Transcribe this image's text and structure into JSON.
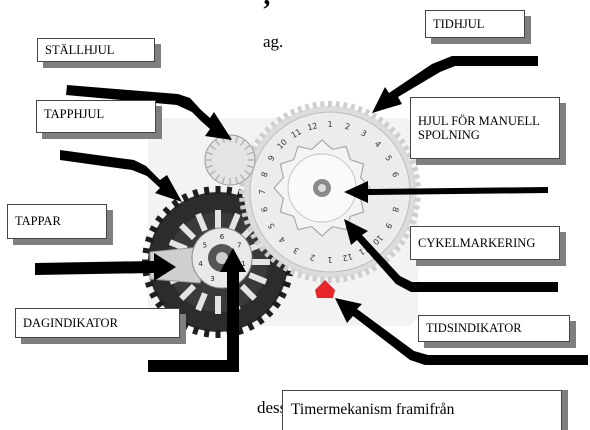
{
  "labels": {
    "stallhjul": "STÄLLHJUL",
    "tapphjul": "TAPPHJUL",
    "tappar": "TAPPAR",
    "dagindikator": "DAGINDIKATOR",
    "tidhjul": "TIDHJUL",
    "manuell": "HJUL FÖR MANUELL SPOLNING",
    "cykelmarkering": "CYKELMARKERING",
    "tidsindikator": "TIDSINDIKATOR"
  },
  "caption": "Timermekanism framifrån",
  "fragments": {
    "comma": "’",
    "ag": "ag.",
    "dess": "dess att"
  },
  "colors": {
    "arrow": "#000000",
    "shadow": "#7f7f7f",
    "pin_wheel": "#2c2c2c",
    "time_wheel": "#e6e6e6",
    "indicator": "#e8262a"
  },
  "dial_numbers": {
    "time_wheel": [
      "1",
      "2",
      "3",
      "4",
      "5",
      "6",
      "7",
      "8",
      "9",
      "10",
      "11",
      "12",
      "1",
      "2",
      "3",
      "4",
      "5",
      "6",
      "7",
      "8",
      "9",
      "10",
      "11",
      "12"
    ],
    "day_wheel": [
      "6",
      "7",
      "1",
      "2",
      "3",
      "4",
      "5"
    ]
  }
}
